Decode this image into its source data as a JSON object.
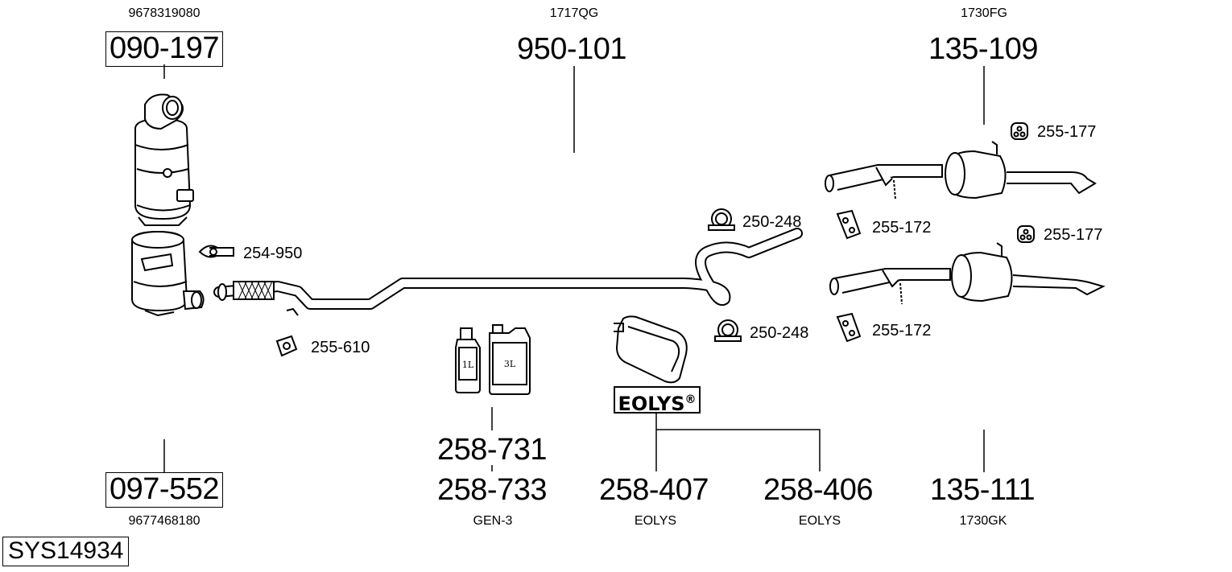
{
  "diagram_id": "SYS14934",
  "parts": {
    "p090_197": {
      "number": "090-197",
      "ref": "9678319080"
    },
    "p097_552": {
      "number": "097-552",
      "ref": "9677468180"
    },
    "p950_101": {
      "number": "950-101",
      "ref": "1717QG"
    },
    "p135_109": {
      "number": "135-109",
      "ref": "1730FG"
    },
    "p135_111": {
      "number": "135-111",
      "ref": "1730GK"
    },
    "p258_731": {
      "number": "258-731"
    },
    "p258_733": {
      "number": "258-733",
      "ref": "GEN-3"
    },
    "p258_407": {
      "number": "258-407",
      "ref": "EOLYS"
    },
    "p258_406": {
      "number": "258-406",
      "ref": "EOLYS"
    }
  },
  "small_labels": {
    "s254_950": "254-950",
    "s255_610": "255-610",
    "s250_248_a": "250-248",
    "s250_248_b": "250-248",
    "s255_177_a": "255-177",
    "s255_177_b": "255-177",
    "s255_172_a": "255-172",
    "s255_172_b": "255-172"
  },
  "containers": {
    "small": "1L",
    "large": "3L"
  },
  "brand": {
    "name": "EOLYS",
    "mark": "®"
  }
}
